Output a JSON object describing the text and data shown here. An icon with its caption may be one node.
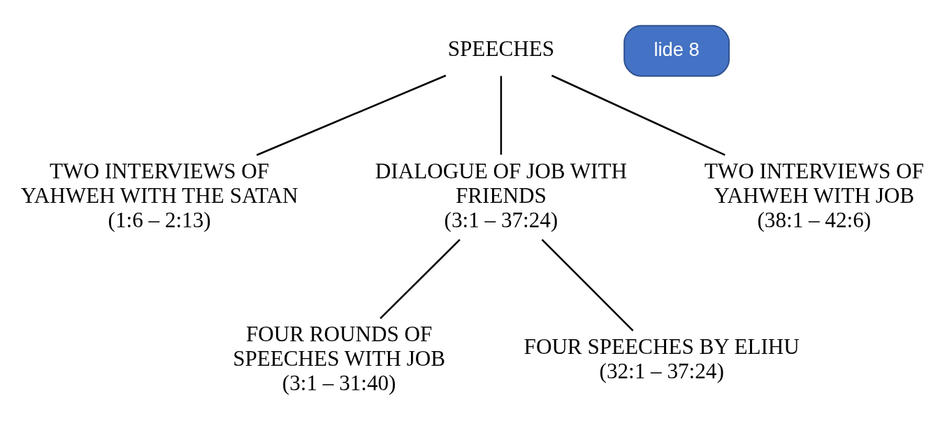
{
  "diagram": {
    "nodes": [
      {
        "text": [
          "SPEECHES"
        ]
      },
      {
        "text": [
          "TWO INTERVIEWS OF YAHWEH WITH THE SATAN",
          "(1:6 – 2:13)"
        ]
      },
      {
        "text": [
          "DIALOGUE OF JOB WITH FRIENDS",
          "(3:1 – 37:24)"
        ]
      },
      {
        "text": [
          "TWO INTERVIEWS OF YAHWEH WITH JOB",
          "(38:1 – 42:6)"
        ]
      },
      {
        "text": [
          "FOUR ROUNDS OF SPEECHES WITH JOB",
          "(3:1 – 31:40)"
        ]
      },
      {
        "text": [
          "FOUR SPEECHES BY ELIHU",
          "(32:1 – 37:24)"
        ]
      },
      {
        "text": [
          "lide 8"
        ]
      }
    ],
    "edges": [
      {
        "from": 0,
        "to": 1,
        "arrow": "none"
      },
      {
        "from": 0,
        "to": 2,
        "arrow": "none"
      },
      {
        "from": 0,
        "to": 3,
        "arrow": "none"
      },
      {
        "from": 2,
        "to": 4,
        "arrow": "none"
      },
      {
        "from": 2,
        "to": 5,
        "arrow": "none"
      }
    ]
  }
}
